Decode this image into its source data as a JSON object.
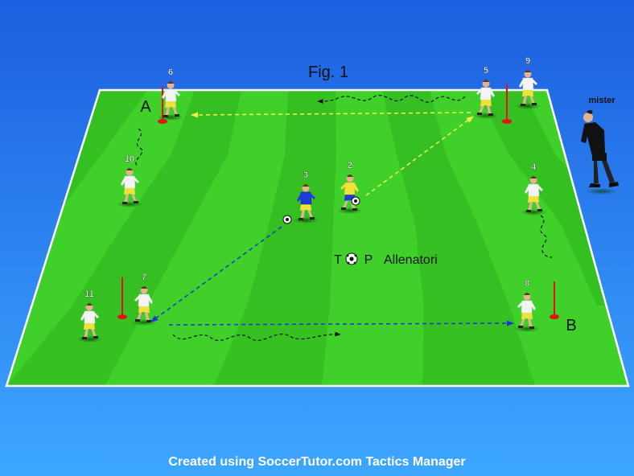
{
  "title": "Fig. 1",
  "labels": {
    "a": "A",
    "b": "B",
    "coach": "mister",
    "watermark_t": "T",
    "watermark_p": "P",
    "watermark_name": "Allenatori"
  },
  "players": [
    {
      "number": "6",
      "kit": "white"
    },
    {
      "number": "5",
      "kit": "white"
    },
    {
      "number": "9",
      "kit": "white"
    },
    {
      "number": "10",
      "kit": "white"
    },
    {
      "number": "4",
      "kit": "white"
    },
    {
      "number": "3",
      "kit": "blue"
    },
    {
      "number": "2",
      "kit": "yellow"
    },
    {
      "number": "11",
      "kit": "white"
    },
    {
      "number": "7",
      "kit": "white"
    },
    {
      "number": "8",
      "kit": "white"
    }
  ],
  "footer": "Created using SoccerTutor.com Tactics Manager",
  "colors": {
    "background_top": "#1c5ee0",
    "background_bottom": "#3da7ff",
    "pitch_light": "#3fd02a",
    "pitch_dark": "#2fb21c",
    "yellow_pass": "#f6f04a",
    "blue_pass": "#1b35d8",
    "cone_red": "#e41313"
  }
}
